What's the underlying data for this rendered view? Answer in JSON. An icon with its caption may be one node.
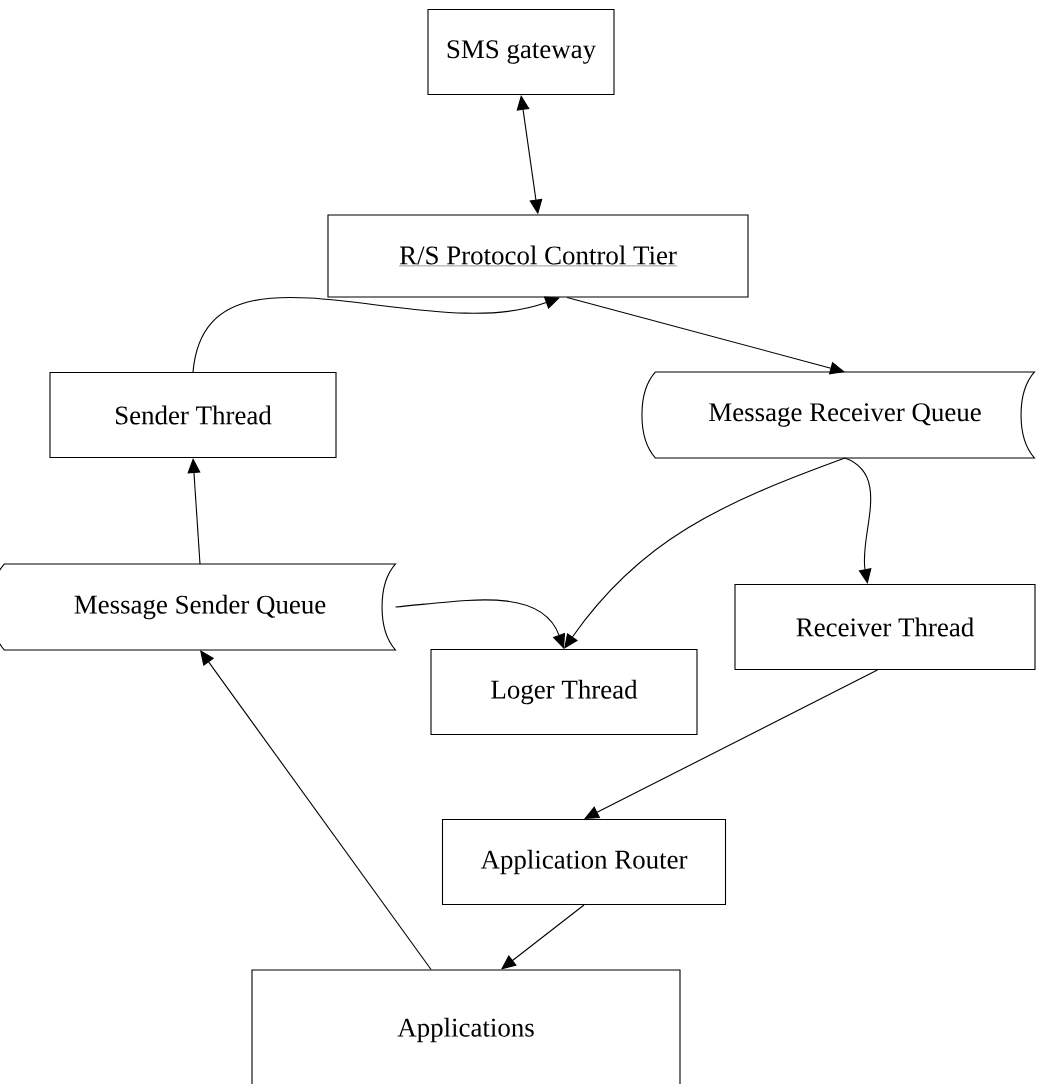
{
  "diagram": {
    "nodes": [
      {
        "text": [
          "SMS gateway"
        ]
      },
      {
        "text": [
          "R/S Protocol Control Tier"
        ]
      },
      {
        "text": [
          "Sender Thread"
        ]
      },
      {
        "text": [
          "Message Receiver  Queue"
        ]
      },
      {
        "text": [
          "Message Sender  Queue"
        ]
      },
      {
        "text": [
          "Receiver Thread"
        ]
      },
      {
        "text": [
          "Loger Thread"
        ]
      },
      {
        "text": [
          "Application  Router"
        ]
      },
      {
        "text": [
          "Applications"
        ]
      }
    ],
    "edges": [
      {
        "from": 0,
        "to": 1,
        "arrow": "both"
      },
      {
        "from": 2,
        "to": 1,
        "arrow": "to"
      },
      {
        "from": 1,
        "to": 3,
        "arrow": "to"
      },
      {
        "from": 4,
        "to": 2,
        "arrow": "to"
      },
      {
        "from": 3,
        "to": 6,
        "arrow": "to"
      },
      {
        "from": 3,
        "to": 5,
        "arrow": "to"
      },
      {
        "from": 4,
        "to": 6,
        "arrow": "to"
      },
      {
        "from": 5,
        "to": 7,
        "arrow": "to"
      },
      {
        "from": 7,
        "to": 8,
        "arrow": "to"
      },
      {
        "from": 8,
        "to": 4,
        "arrow": "to"
      }
    ]
  }
}
